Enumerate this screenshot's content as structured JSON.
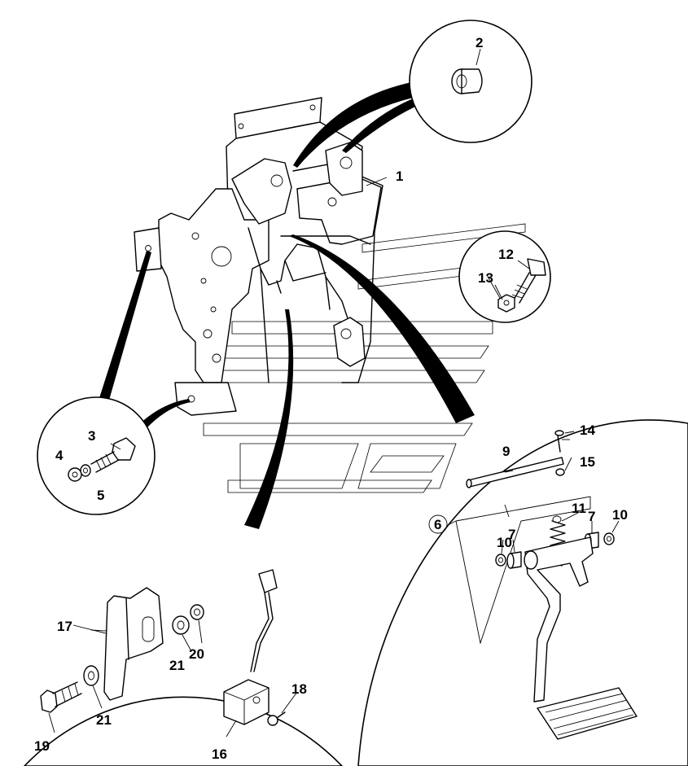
{
  "part_labels": {
    "p1": "1",
    "p2": "2",
    "p3": "3",
    "p4": "4",
    "p5": "5",
    "p6": "6",
    "p7a": "7",
    "p7b": "7",
    "p9": "9",
    "p10a": "10",
    "p10b": "10",
    "p11": "11",
    "p12": "12",
    "p13": "13",
    "p14": "14",
    "p15": "15",
    "p16": "16",
    "p17": "17",
    "p18": "18",
    "p19": "19",
    "p20": "20",
    "p21a": "21",
    "p21b": "21"
  },
  "colors": {
    "line": "#000000",
    "background": "#ffffff"
  }
}
